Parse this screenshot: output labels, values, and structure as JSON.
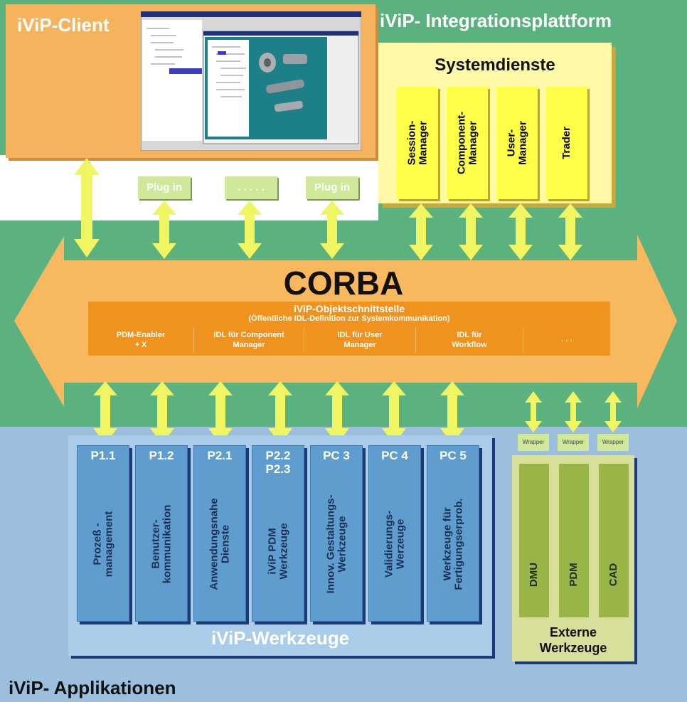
{
  "titles": {
    "client": "iViP-Client",
    "platform": "iViP- Integrationsplattform",
    "systemdienste": "Systemdienste",
    "corba": "CORBA",
    "werkzeuge": "iViP-Werkzeuge",
    "applikationen": "iViP- Applikationen",
    "externe": [
      "Externe",
      "Werkzeuge"
    ]
  },
  "plugins": [
    "Plug in",
    ". . . . .",
    "Plug in"
  ],
  "system_services": [
    [
      "Session-",
      "Manager"
    ],
    [
      "Component-",
      "Manager"
    ],
    [
      "User-",
      "Manager"
    ],
    [
      "Trader"
    ]
  ],
  "interface": {
    "title": "iViP-Objektschnittstelle",
    "subtitle": "(Öffentliche IDL-Definition zur Systemkommunikation)",
    "cells": [
      [
        "PDM-Enabler",
        "+ X"
      ],
      [
        "IDL für Component",
        "Manager"
      ],
      [
        "IDL für User",
        "Manager"
      ],
      [
        "IDL für",
        "Workflow"
      ],
      [
        ". . ."
      ]
    ]
  },
  "tools": [
    {
      "code": [
        "P1.1"
      ],
      "label": [
        "Prozeß -",
        "management"
      ]
    },
    {
      "code": [
        "P1.2"
      ],
      "label": [
        "Benutzer-",
        "kommunikation"
      ]
    },
    {
      "code": [
        "P2.1"
      ],
      "label": [
        "Anwendungsnahe",
        "Dienste"
      ]
    },
    {
      "code": [
        "P2.2",
        "P2.3"
      ],
      "label": [
        "iViP PDM",
        "Werkzeuge"
      ]
    },
    {
      "code": [
        "PC 3"
      ],
      "label": [
        "Innov. Gestaltungs-",
        "Werkzeuge"
      ]
    },
    {
      "code": [
        "PC 4"
      ],
      "label": [
        "Validierungs-",
        "Werzeuge"
      ]
    },
    {
      "code": [
        "PC 5"
      ],
      "label": [
        "Werkzeuge für",
        "Fertigungserprob."
      ]
    }
  ],
  "external_tools": [
    "DMU",
    "PDM",
    "CAD"
  ],
  "wrapper_label": "Wrapper",
  "colors": {
    "platform_green": "#5cb27e",
    "applications_blue": "#9cbfdd",
    "corba_orange": "#f8b95e",
    "interface_orange": "#f0921e",
    "arrow_yellow": "#f0f562",
    "system_yellow": "#ffff4a",
    "tool_blue": "#5f9dcf",
    "external_green": "#9ab547"
  }
}
